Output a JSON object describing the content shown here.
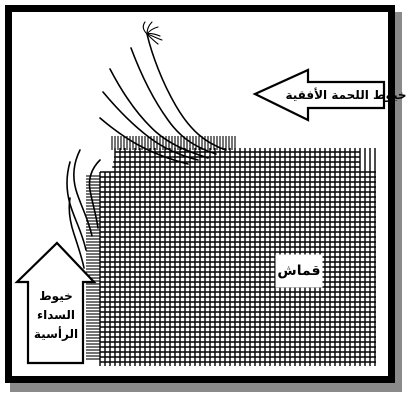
{
  "diagram": {
    "weft_label": "خيوط اللحمة الأفقية",
    "fabric_label": "قماش",
    "warp_label_lines": [
      "خيوط",
      "السداء",
      "الرأسية"
    ]
  },
  "colors": {
    "line": "#000000",
    "background": "#ffffff",
    "frame_shadow": "#8a8a8a"
  }
}
